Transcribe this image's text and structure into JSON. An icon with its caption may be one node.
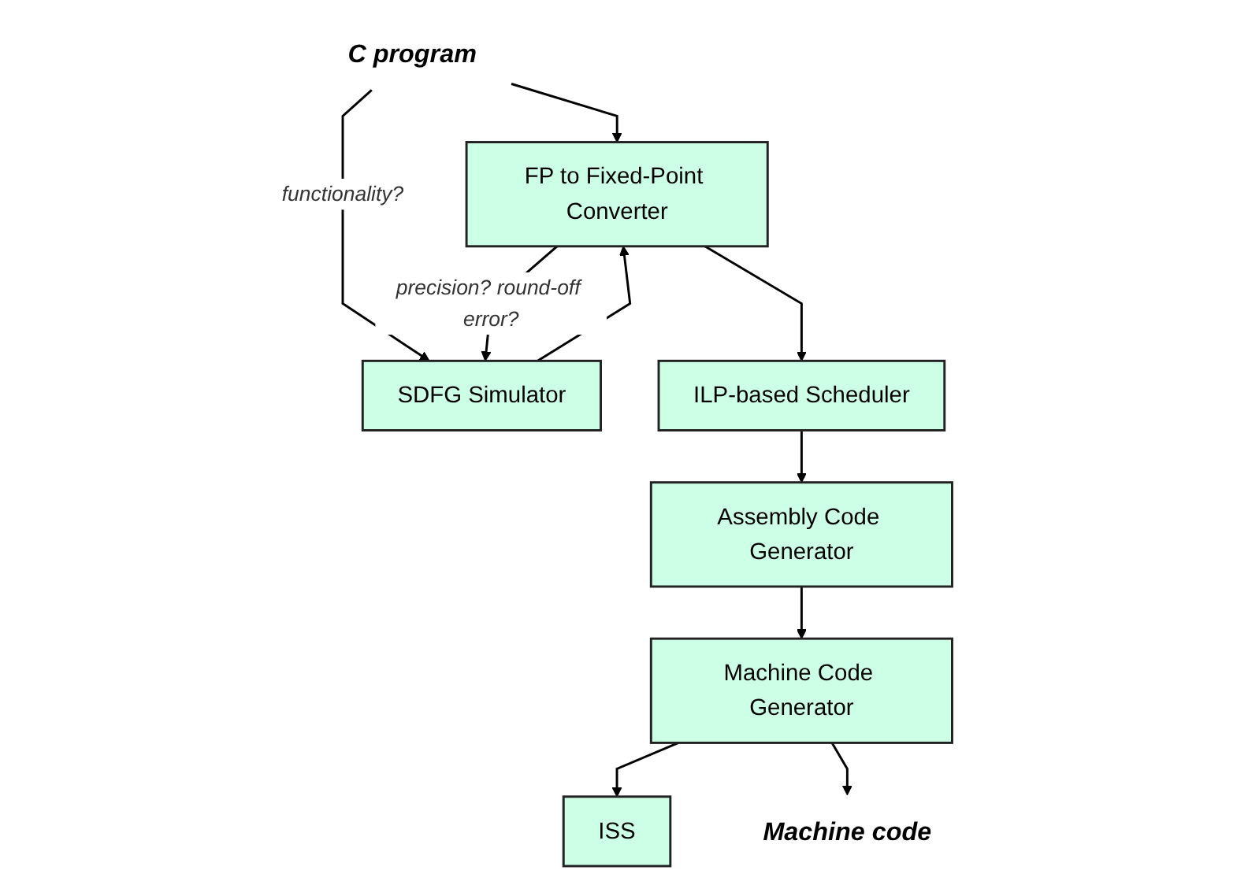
{
  "diagram": {
    "nodes": [
      {
        "text": [
          "C program"
        ]
      },
      {
        "text": [
          "FP to Fixed-Point Converter"
        ]
      },
      {
        "text": [
          "SDFG Simulator"
        ]
      },
      {
        "text": [
          "ILP-based Scheduler"
        ]
      },
      {
        "text": [
          "Assembly Code Generator"
        ]
      },
      {
        "text": [
          "Machine Code Generator"
        ]
      },
      {
        "text": [
          "ISS"
        ]
      },
      {
        "text": [
          "Machine code"
        ]
      }
    ],
    "edges": [
      {
        "from": 0,
        "to": 1,
        "arrow": "to"
      },
      {
        "from": 0,
        "to": 2,
        "arrow": "to",
        "label": "functionality?"
      },
      {
        "from": 2,
        "to": 1,
        "arrow": "to"
      },
      {
        "from": 1,
        "to": 3,
        "arrow": "to"
      },
      {
        "from": 1,
        "to": 2,
        "arrow": "to",
        "label": "precision? round-off error?"
      },
      {
        "from": 3,
        "to": 4,
        "arrow": "to"
      },
      {
        "from": 4,
        "to": 5,
        "arrow": "to"
      },
      {
        "from": 5,
        "to": 6,
        "arrow": "to"
      },
      {
        "from": 5,
        "to": 7,
        "arrow": "to"
      }
    ]
  }
}
